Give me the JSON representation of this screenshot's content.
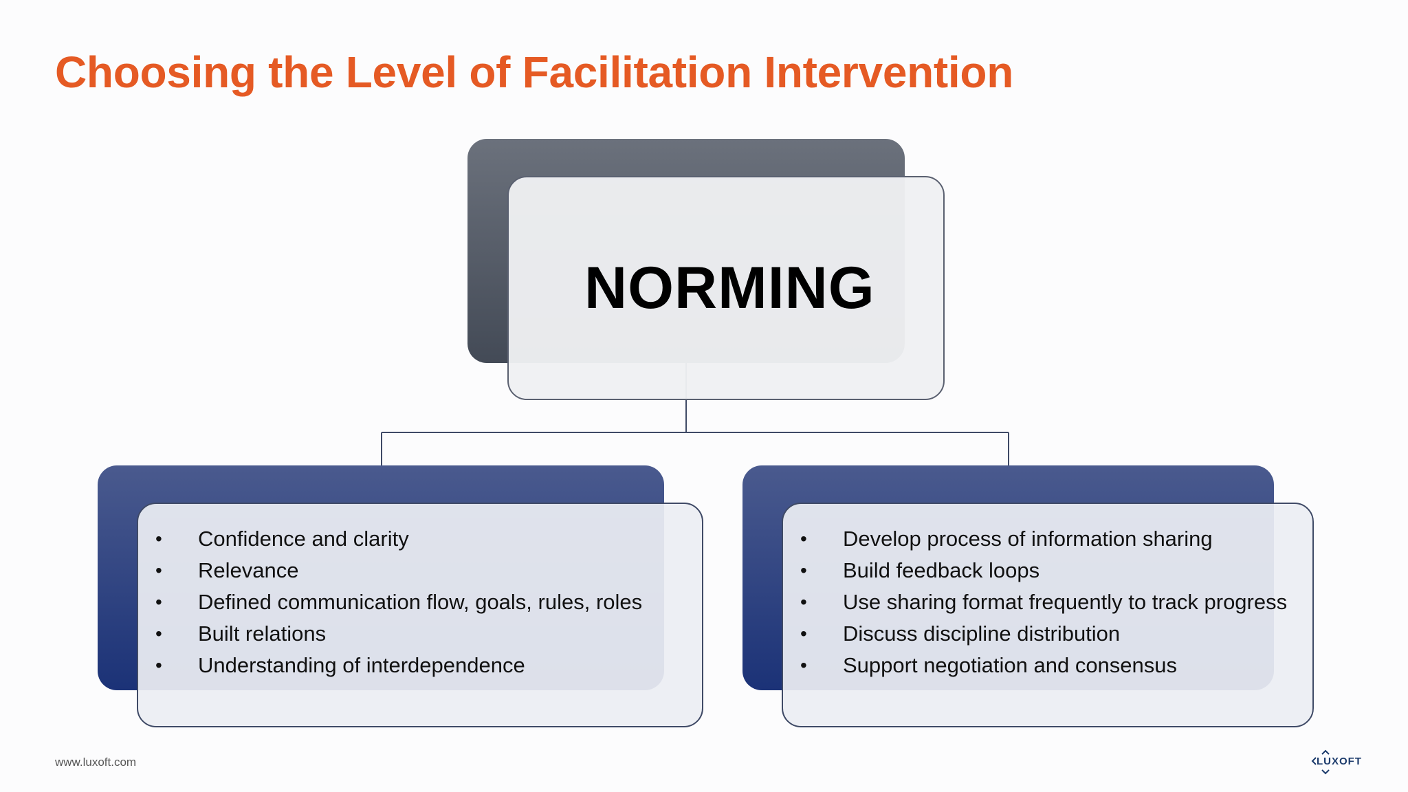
{
  "title": "Choosing the Level of Facilitation Intervention",
  "root": {
    "label": "NORMING"
  },
  "left_box": {
    "items": [
      "Confidence and clarity",
      "Relevance",
      "Defined communication flow, goals, rules, roles",
      "Built relations",
      "Understanding of interdependence"
    ]
  },
  "right_box": {
    "items": [
      "Develop process of information sharing",
      "Build feedback loops",
      "Use sharing format frequently to track progress",
      "Discuss discipline distribution",
      "Support negotiation and consensus"
    ]
  },
  "footer": {
    "url": "www.luxoft.com",
    "logo_text": "LUXOFT"
  },
  "colors": {
    "title": "#e55a24",
    "root_back": "#4a515c",
    "child_back": "#1b3277",
    "connector": "#3f4a66"
  }
}
